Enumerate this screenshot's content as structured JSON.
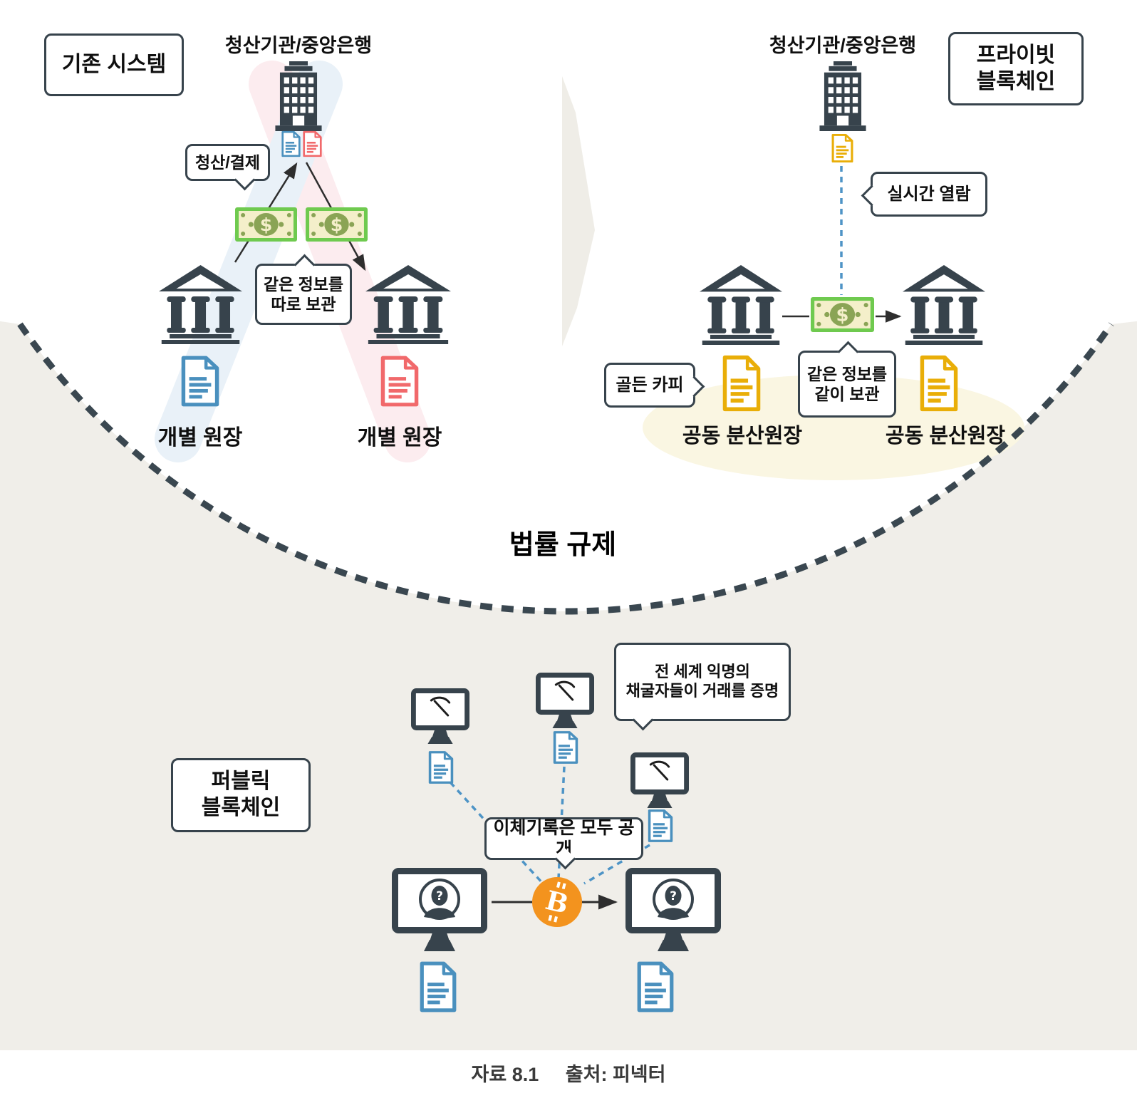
{
  "colors": {
    "slate": "#37434C",
    "doc_blue": "#4A90BE",
    "doc_red": "#F1696B",
    "doc_gold": "#E9AE08",
    "money_green": "#6FCA4F",
    "bitcoin_orange": "#F3931E",
    "dashed_blue": "#4E94C6",
    "beige_region": "#F0EEE9",
    "pale_yellow_ellipse": "#FAF6E2",
    "band_blue": "#E9F1F8",
    "band_pink": "#FCECEF"
  },
  "legacy": {
    "title_box": "기존 시스템",
    "authority": "청산기관/중앙은행",
    "clearing_bubble": "청산/결제",
    "separate_bubble_line1": "같은 정보를",
    "separate_bubble_line2": "따로 보관",
    "ledger_left": "개별 원장",
    "ledger_right": "개별 원장"
  },
  "private_chain": {
    "authority": "청산기관/중앙은행",
    "title_line1": "프라이빗",
    "title_line2": "블록체인",
    "realtime_bubble": "실시간 열람",
    "golden_copy_bubble": "골든 카피",
    "together_bubble_line1": "같은 정보를",
    "together_bubble_line2": "같이 보관",
    "ledger_left": "공동 분산원장",
    "ledger_right": "공동 분산원장"
  },
  "regulation": "법률 규제",
  "public_chain": {
    "title_line1": "퍼블릭",
    "title_line2": "블록체인",
    "miners_bubble_line1": "전 세계 익명의",
    "miners_bubble_line2": "채굴자들이 거래를 증명",
    "open_bubble": "이체기록은 모두 공개"
  },
  "caption": {
    "figure": "자료 8.1",
    "source": "출처: 피넥터"
  },
  "icons": {
    "building": "clearing-house-building-icon",
    "bank": "bank-temple-icon",
    "document": "ledger-document-icon",
    "money": "money-bill-icon",
    "miner": "miner-monitor-pickaxe-icon",
    "user": "anonymous-user-monitor-icon",
    "bitcoin": "bitcoin-coin-icon"
  }
}
